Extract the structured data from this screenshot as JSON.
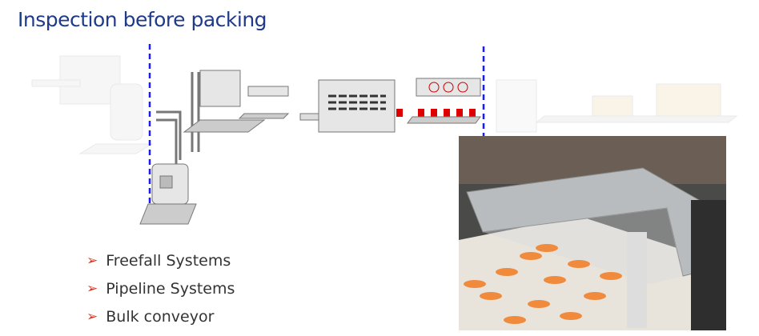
{
  "title": "Inspection before packing",
  "bullets": [
    {
      "icon": "arrow-bullet-icon",
      "label": "Freefall Systems"
    },
    {
      "icon": "arrow-bullet-icon",
      "label": "Pipeline Systems"
    },
    {
      "icon": "arrow-bullet-icon",
      "label": "Bulk conveyor"
    }
  ],
  "colors": {
    "title": "#1f3a8a",
    "bullet_arrow": "#e0301e",
    "divider": "#1a1aff"
  }
}
